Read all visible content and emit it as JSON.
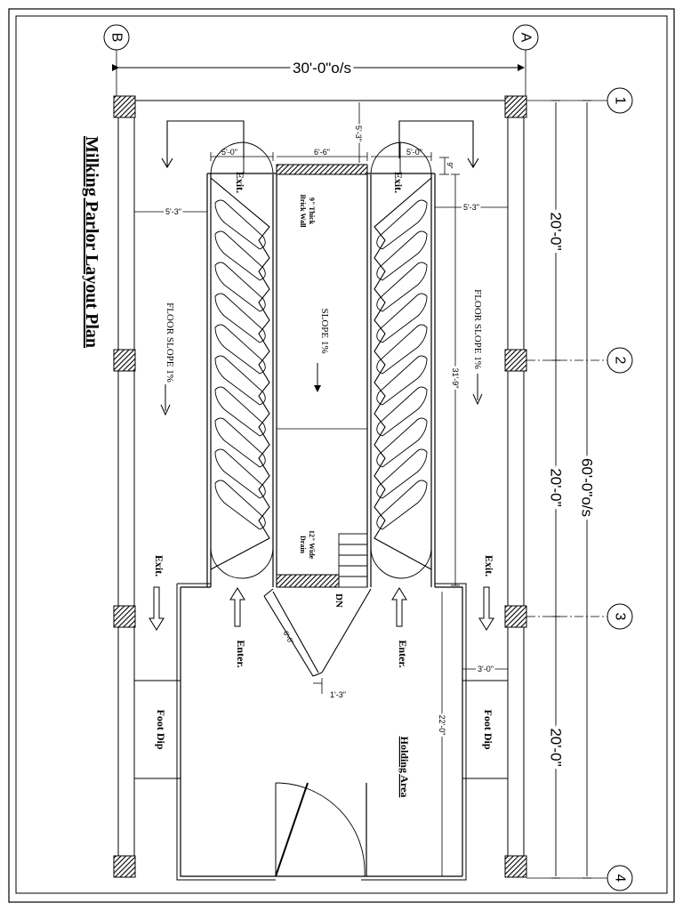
{
  "title": "Milking Parlor Layout Plan",
  "grid": {
    "col_left": "B",
    "col_right": "A",
    "rows": [
      "1",
      "2",
      "3",
      "4"
    ]
  },
  "dimensions": {
    "overall_width": "30'-0\"o/s",
    "overall_length": "60'-0\"o/s",
    "bay_1": "20'-0\"",
    "bay_2": "20'-0\"",
    "bay_3": "20'-0\"",
    "parlor_length": "31'-9\"",
    "holding_length": "22'-0\"",
    "exit_width_left": "5'-0\"",
    "pit_width": "6'-6\"",
    "exit_width_right": "5'-0\"",
    "top_gap": "5'-3\"",
    "side_gap_left": "5'-3\"",
    "side_gap_right": "5'-3\"",
    "small_gap": "9\"",
    "ramp_length": "6'-0\"",
    "ramp_width": "1'-3\"",
    "foot_dip_gap": "3'-0\""
  },
  "labels": {
    "exit": "Exit.",
    "enter": "Enter.",
    "brick_wall_line1": "9\" Thick",
    "brick_wall_line2": "Brick Wall",
    "slope_center": "SLOPE 1%",
    "floor_slope": "FLOOR SLOPE 1%",
    "drain_line1": "12\" Wide",
    "drain_line2": "Drain",
    "dn": "DN",
    "foot_dip": "Foot Dip",
    "holding_area": "Holding Area"
  }
}
